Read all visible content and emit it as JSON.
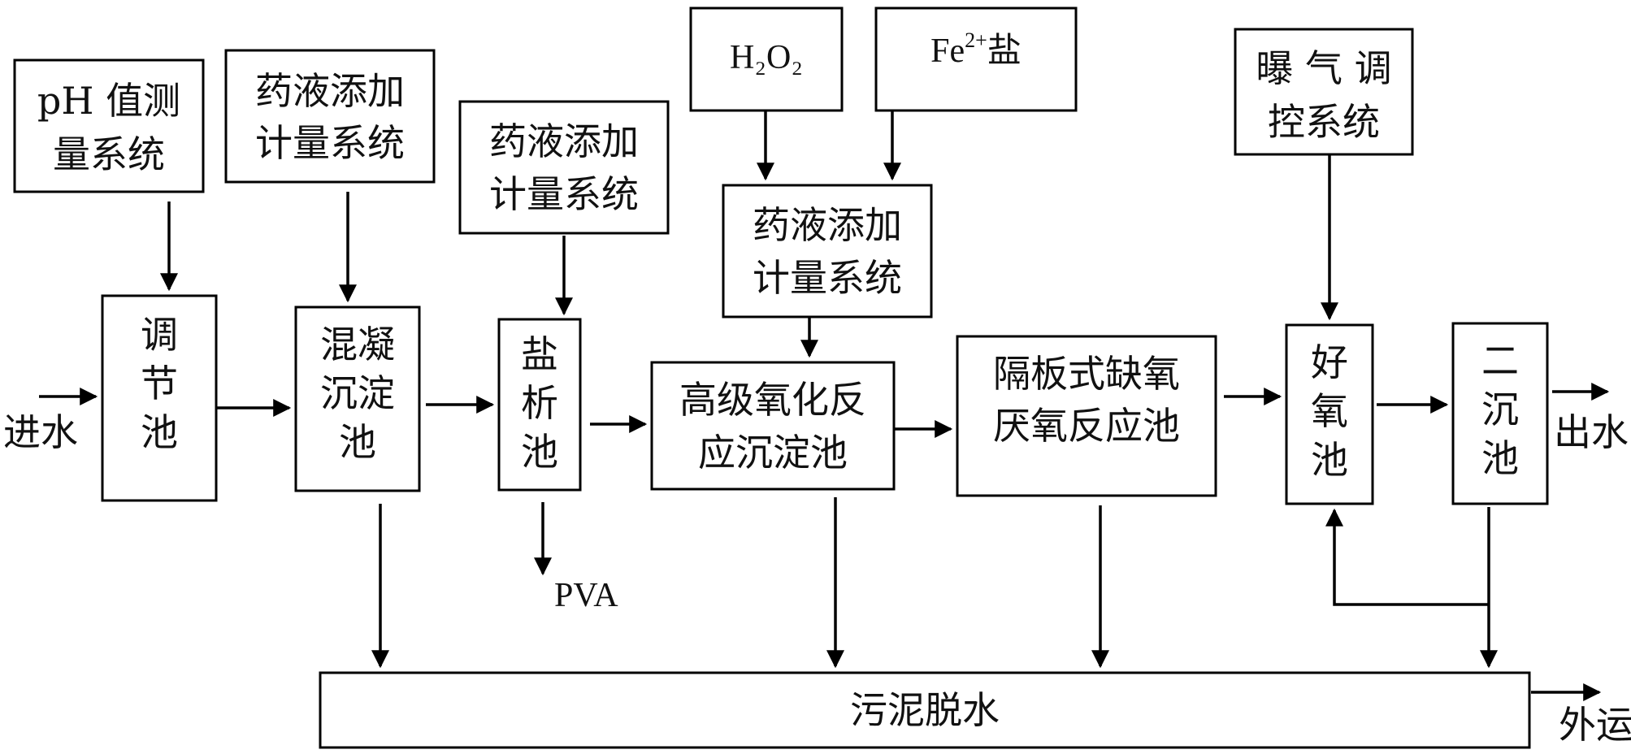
{
  "boxes": {
    "ph_system": [
      "pH 值测",
      "量系统"
    ],
    "dosing1": [
      "药液添加",
      "计量系统"
    ],
    "dosing2": [
      "药液添加",
      "计量系统"
    ],
    "dosing3": [
      "药液添加",
      "计量系统"
    ],
    "h2o2": "H₂O₂",
    "fe_salt_base": "Fe",
    "fe_salt_sup": "2+",
    "fe_salt_tail": "盐",
    "aeration": [
      "曝 气 调",
      "控系统"
    ],
    "tiaojie": [
      "调",
      "节",
      "池"
    ],
    "hunning": [
      "混凝",
      "沉淀",
      "池"
    ],
    "yanxi": [
      "盐",
      "析",
      "池"
    ],
    "gaoji": [
      "高级氧化反",
      "应沉淀池"
    ],
    "geban": [
      "隔板式缺氧",
      "厌氧反应池"
    ],
    "haoyang": [
      "好",
      "氧",
      "池"
    ],
    "erchen": [
      "二",
      "沉",
      "池"
    ],
    "sludge": "污泥脱水"
  },
  "labels": {
    "inlet": "进水",
    "outlet": "出水",
    "pva": "PVA",
    "transport": "外运"
  }
}
